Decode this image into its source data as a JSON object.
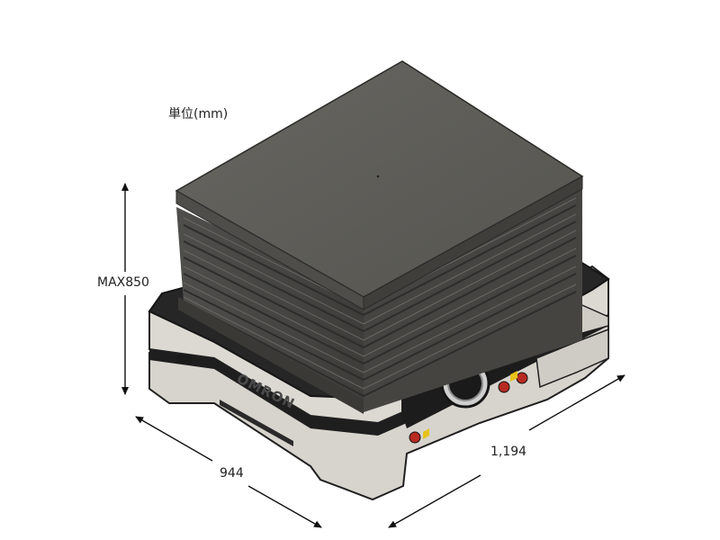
{
  "units_label": "単位(mm)",
  "dimensions": {
    "height": "MAX850",
    "width": "944",
    "length": "1,194"
  },
  "brand": "OMRON",
  "colors": {
    "top_plate": "#5d5c58",
    "bellows": "#4b4a47",
    "base_dark": "#222222",
    "base_light": "#d9d6cf",
    "dimension_line": "#111111"
  }
}
